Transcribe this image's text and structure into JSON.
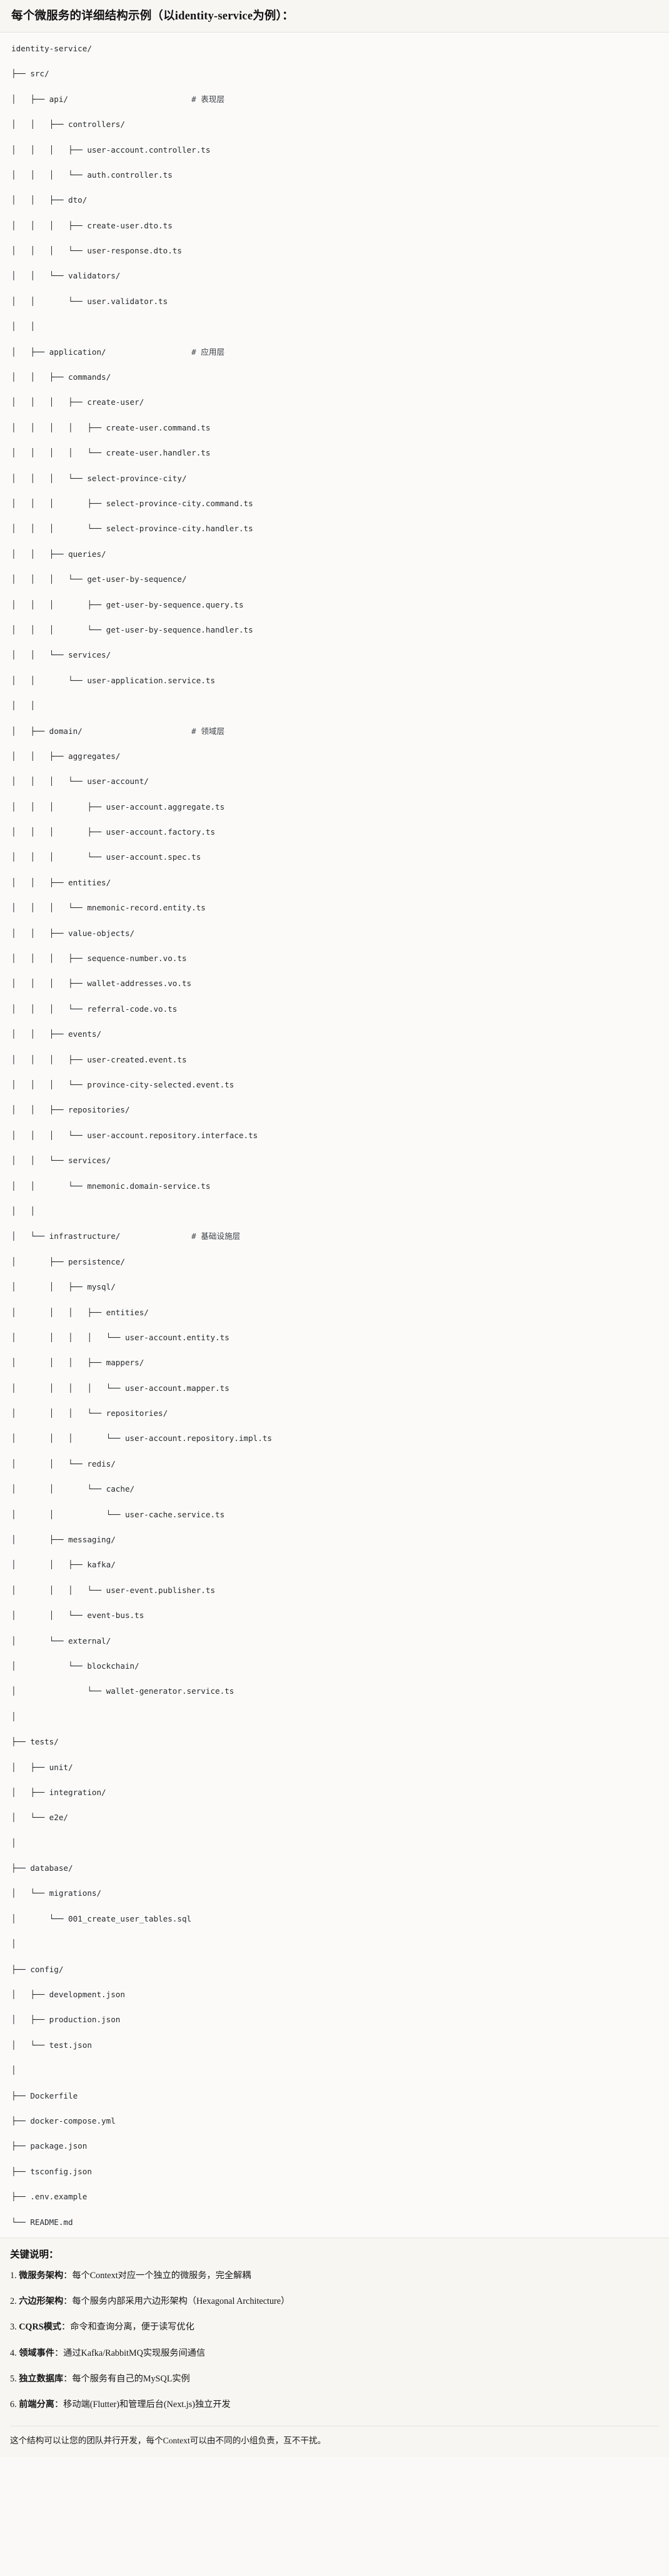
{
  "header": {
    "title": "每个微服务的详细结构示例（以identity-service为例）："
  },
  "tree": {
    "root": "identity-service/",
    "lines": [
      "identity-service/",
      "├── src/",
      "│   ├── api/                          # 表现层",
      "│   │   ├── controllers/",
      "│   │   │   ├── user-account.controller.ts",
      "│   │   │   └── auth.controller.ts",
      "│   │   ├── dto/",
      "│   │   │   ├── create-user.dto.ts",
      "│   │   │   └── user-response.dto.ts",
      "│   │   └── validators/",
      "│   │       └── user.validator.ts",
      "│   │",
      "│   ├── application/                  # 应用层",
      "│   │   ├── commands/",
      "│   │   │   ├── create-user/",
      "│   │   │   │   ├── create-user.command.ts",
      "│   │   │   │   └── create-user.handler.ts",
      "│   │   │   └── select-province-city/",
      "│   │   │       ├── select-province-city.command.ts",
      "│   │   │       └── select-province-city.handler.ts",
      "│   │   ├── queries/",
      "│   │   │   └── get-user-by-sequence/",
      "│   │   │       ├── get-user-by-sequence.query.ts",
      "│   │   │       └── get-user-by-sequence.handler.ts",
      "│   │   └── services/",
      "│   │       └── user-application.service.ts",
      "│   │",
      "│   ├── domain/                       # 领域层",
      "│   │   ├── aggregates/",
      "│   │   │   └── user-account/",
      "│   │   │       ├── user-account.aggregate.ts",
      "│   │   │       ├── user-account.factory.ts",
      "│   │   │       └── user-account.spec.ts",
      "│   │   ├── entities/",
      "│   │   │   └── mnemonic-record.entity.ts",
      "│   │   ├── value-objects/",
      "│   │   │   ├── sequence-number.vo.ts",
      "│   │   │   ├── wallet-addresses.vo.ts",
      "│   │   │   └── referral-code.vo.ts",
      "│   │   ├── events/",
      "│   │   │   ├── user-created.event.ts",
      "│   │   │   └── province-city-selected.event.ts",
      "│   │   ├── repositories/",
      "│   │   │   └── user-account.repository.interface.ts",
      "│   │   └── services/",
      "│   │       └── mnemonic.domain-service.ts",
      "│   │",
      "│   └── infrastructure/               # 基础设施层",
      "│       ├── persistence/",
      "│       │   ├── mysql/",
      "│       │   │   ├── entities/",
      "│       │   │   │   └── user-account.entity.ts",
      "│       │   │   ├── mappers/",
      "│       │   │   │   └── user-account.mapper.ts",
      "│       │   │   └── repositories/",
      "│       │   │       └── user-account.repository.impl.ts",
      "│       │   └── redis/",
      "│       │       └── cache/",
      "│       │           └── user-cache.service.ts",
      "│       ├── messaging/",
      "│       │   ├── kafka/",
      "│       │   │   └── user-event.publisher.ts",
      "│       │   └── event-bus.ts",
      "│       └── external/",
      "│           └── blockchain/",
      "│               └── wallet-generator.service.ts",
      "│",
      "├── tests/",
      "│   ├── unit/",
      "│   ├── integration/",
      "│   └── e2e/",
      "│",
      "├── database/",
      "│   └── migrations/",
      "│       └── 001_create_user_tables.sql",
      "│",
      "├── config/",
      "│   ├── development.json",
      "│   ├── production.json",
      "│   └── test.json",
      "│",
      "├── Dockerfile",
      "├── docker-compose.yml",
      "├── package.json",
      "├── tsconfig.json",
      "├── .env.example",
      "└── README.md"
    ],
    "layer_comments": [
      "# 表现层",
      "# 应用层",
      "# 领域层",
      "# 基础设施层"
    ]
  },
  "notes": {
    "title": "关键说明：",
    "items": [
      {
        "num": "1.",
        "name": "微服务架构",
        "sep": "：",
        "desc": "每个Context对应一个独立的微服务，完全解耦"
      },
      {
        "num": "2.",
        "name": "六边形架构",
        "sep": "：",
        "desc": "每个服务内部采用六边形架构（Hexagonal Architecture）"
      },
      {
        "num": "3.",
        "name": "CQRS模式",
        "sep": "：",
        "desc": "命令和查询分离，便于读写优化"
      },
      {
        "num": "4.",
        "name": "领域事件",
        "sep": "：",
        "desc": "通过Kafka/RabbitMQ实现服务间通信"
      },
      {
        "num": "5.",
        "name": "独立数据库",
        "sep": "：",
        "desc": "每个服务有自己的MySQL实例"
      },
      {
        "num": "6.",
        "name": "前端分离",
        "sep": "：",
        "desc": "移动端(Flutter)和管理后台(Next.js)独立开发"
      }
    ],
    "closing": "这个结构可以让您的团队并行开发，每个Context可以由不同的小组负责，互不干扰。"
  },
  "colors": {
    "page_bg": "#faf9f7",
    "code_bg": "#fbfaf9",
    "text": "#1a1a1a",
    "rule": "#e6e4df"
  }
}
